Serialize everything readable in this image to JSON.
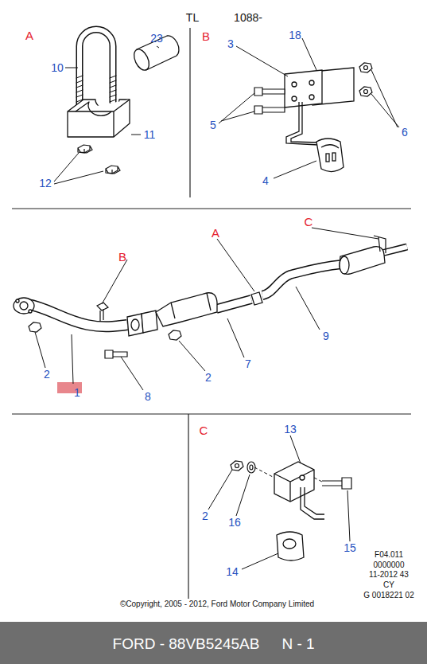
{
  "diagram": {
    "labels": [
      "TL",
      "1088-",
      "A",
      "10",
      "23",
      "11",
      "12",
      "B",
      "3",
      "18",
      "5",
      "6",
      "4",
      "C",
      "B",
      "A",
      "1",
      "2",
      "8",
      "2",
      "7",
      "9",
      "C",
      "13",
      "2",
      "16",
      "15",
      "14",
      "F04.011",
      "0000000",
      "11-2012 43",
      "CY",
      "G 0018221 02",
      "©Copyright, 2005 - 2012, Ford Motor Company Limited",
      "FORD - 88VB5245AB",
      "N - 1"
    ]
  }
}
